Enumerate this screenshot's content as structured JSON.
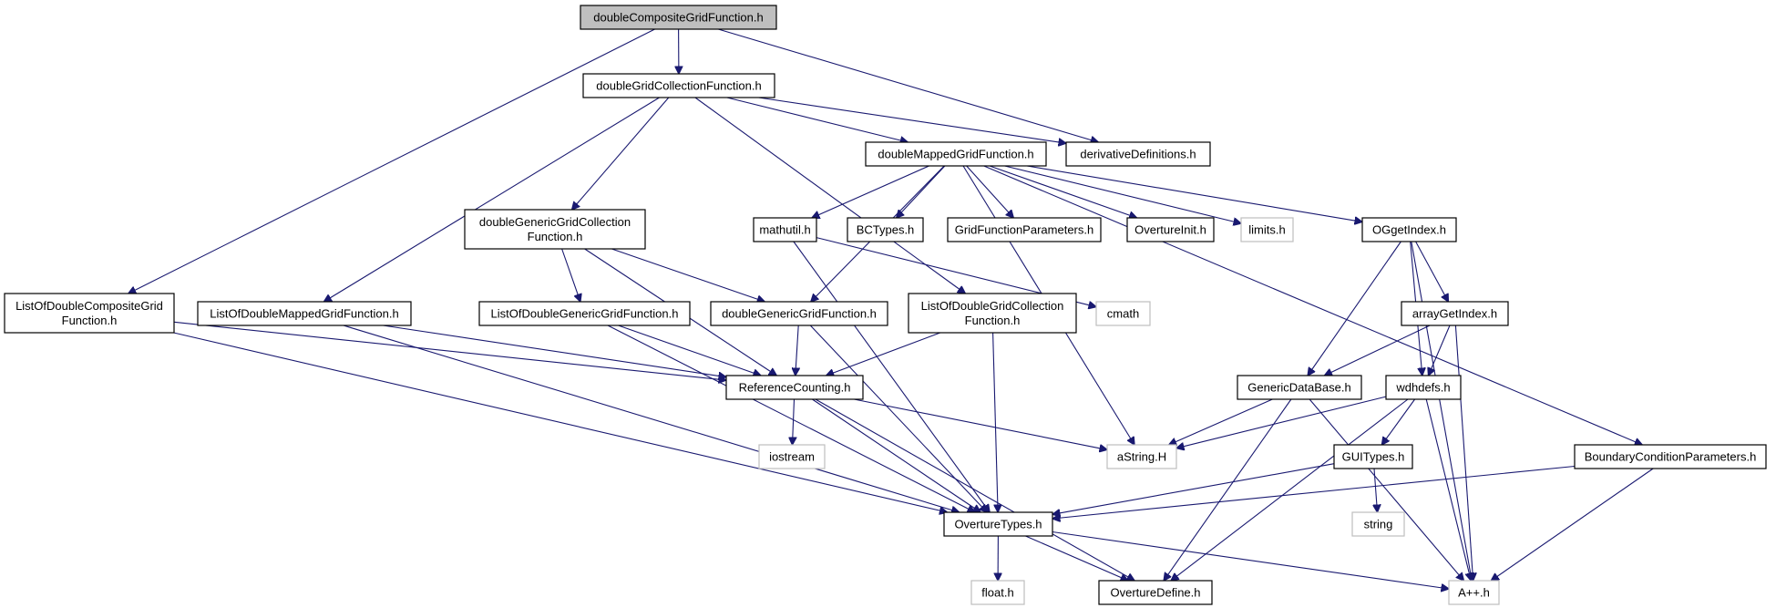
{
  "colors": {
    "edge": "#191970",
    "root_fill": "#bfbfbf",
    "external_border": "#bfbfbf"
  },
  "nodes": [
    {
      "id": "root",
      "lines": [
        "doubleCompositeGridFunction.h"
      ],
      "style": "root"
    },
    {
      "id": "dgcf",
      "lines": [
        "doubleGridCollectionFunction.h"
      ],
      "style": "normal"
    },
    {
      "id": "dmgf",
      "lines": [
        "doubleMappedGridFunction.h"
      ],
      "style": "normal"
    },
    {
      "id": "derivdef",
      "lines": [
        "derivativeDefinitions.h"
      ],
      "style": "normal"
    },
    {
      "id": "dggcf",
      "lines": [
        "doubleGenericGridCollection",
        "Function.h"
      ],
      "style": "normal"
    },
    {
      "id": "mathutil",
      "lines": [
        "mathutil.h"
      ],
      "style": "normal"
    },
    {
      "id": "bctypes",
      "lines": [
        "BCTypes.h"
      ],
      "style": "normal"
    },
    {
      "id": "gfp",
      "lines": [
        "GridFunctionParameters.h"
      ],
      "style": "normal"
    },
    {
      "id": "ovinit",
      "lines": [
        "OvertureInit.h"
      ],
      "style": "normal"
    },
    {
      "id": "limits",
      "lines": [
        "limits.h"
      ],
      "style": "external"
    },
    {
      "id": "oggetindex",
      "lines": [
        "OGgetIndex.h"
      ],
      "style": "normal"
    },
    {
      "id": "lodcgf",
      "lines": [
        "ListOfDoubleCompositeGrid",
        "Function.h"
      ],
      "style": "normal"
    },
    {
      "id": "lodmgf",
      "lines": [
        "ListOfDoubleMappedGridFunction.h"
      ],
      "style": "normal"
    },
    {
      "id": "lodggf",
      "lines": [
        "ListOfDoubleGenericGridFunction.h"
      ],
      "style": "normal"
    },
    {
      "id": "dggf",
      "lines": [
        "doubleGenericGridFunction.h"
      ],
      "style": "normal"
    },
    {
      "id": "lodgcf",
      "lines": [
        "ListOfDoubleGridCollection",
        "Function.h"
      ],
      "style": "normal"
    },
    {
      "id": "cmath",
      "lines": [
        "cmath"
      ],
      "style": "external"
    },
    {
      "id": "arraygetindex",
      "lines": [
        "arrayGetIndex.h"
      ],
      "style": "normal"
    },
    {
      "id": "refcount",
      "lines": [
        "ReferenceCounting.h"
      ],
      "style": "normal"
    },
    {
      "id": "genericdb",
      "lines": [
        "GenericDataBase.h"
      ],
      "style": "normal"
    },
    {
      "id": "wdhdefs",
      "lines": [
        "wdhdefs.h"
      ],
      "style": "normal"
    },
    {
      "id": "iostream",
      "lines": [
        "iostream"
      ],
      "style": "external"
    },
    {
      "id": "astring",
      "lines": [
        "aString.H"
      ],
      "style": "external"
    },
    {
      "id": "guitypes",
      "lines": [
        "GUITypes.h"
      ],
      "style": "normal"
    },
    {
      "id": "bcparams",
      "lines": [
        "BoundaryConditionParameters.h"
      ],
      "style": "normal"
    },
    {
      "id": "ovtypes",
      "lines": [
        "OvertureTypes.h"
      ],
      "style": "normal"
    },
    {
      "id": "string",
      "lines": [
        "string"
      ],
      "style": "external"
    },
    {
      "id": "floath",
      "lines": [
        "float.h"
      ],
      "style": "external"
    },
    {
      "id": "ovdefine",
      "lines": [
        "OvertureDefine.h"
      ],
      "style": "normal"
    },
    {
      "id": "app",
      "lines": [
        "A++.h"
      ],
      "style": "external"
    }
  ],
  "edges": [
    [
      "root",
      "dgcf"
    ],
    [
      "root",
      "derivdef"
    ],
    [
      "root",
      "lodcgf"
    ],
    [
      "dgcf",
      "dmgf"
    ],
    [
      "dgcf",
      "derivdef"
    ],
    [
      "dgcf",
      "dggcf"
    ],
    [
      "dgcf",
      "lodmgf"
    ],
    [
      "dgcf",
      "lodgcf"
    ],
    [
      "dmgf",
      "mathutil"
    ],
    [
      "dmgf",
      "bctypes"
    ],
    [
      "dmgf",
      "gfp"
    ],
    [
      "dmgf",
      "ovinit"
    ],
    [
      "dmgf",
      "limits"
    ],
    [
      "dmgf",
      "oggetindex"
    ],
    [
      "dmgf",
      "dggf"
    ],
    [
      "dmgf",
      "astring"
    ],
    [
      "dmgf",
      "bcparams"
    ],
    [
      "dggcf",
      "lodggf"
    ],
    [
      "dggcf",
      "dggf"
    ],
    [
      "dggcf",
      "refcount"
    ],
    [
      "mathutil",
      "cmath"
    ],
    [
      "mathutil",
      "ovtypes"
    ],
    [
      "oggetindex",
      "arraygetindex"
    ],
    [
      "oggetindex",
      "genericdb"
    ],
    [
      "oggetindex",
      "wdhdefs"
    ],
    [
      "oggetindex",
      "app"
    ],
    [
      "arraygetindex",
      "genericdb"
    ],
    [
      "arraygetindex",
      "wdhdefs"
    ],
    [
      "arraygetindex",
      "app"
    ],
    [
      "lodcgf",
      "refcount"
    ],
    [
      "lodcgf",
      "ovtypes"
    ],
    [
      "lodmgf",
      "refcount"
    ],
    [
      "lodmgf",
      "ovtypes"
    ],
    [
      "lodggf",
      "refcount"
    ],
    [
      "lodggf",
      "ovtypes"
    ],
    [
      "dggf",
      "refcount"
    ],
    [
      "dggf",
      "ovtypes"
    ],
    [
      "lodgcf",
      "refcount"
    ],
    [
      "lodgcf",
      "ovtypes"
    ],
    [
      "refcount",
      "iostream"
    ],
    [
      "refcount",
      "astring"
    ],
    [
      "refcount",
      "ovtypes"
    ],
    [
      "refcount",
      "ovdefine"
    ],
    [
      "genericdb",
      "astring"
    ],
    [
      "genericdb",
      "ovdefine"
    ],
    [
      "genericdb",
      "app"
    ],
    [
      "wdhdefs",
      "astring"
    ],
    [
      "wdhdefs",
      "guitypes"
    ],
    [
      "wdhdefs",
      "ovdefine"
    ],
    [
      "wdhdefs",
      "app"
    ],
    [
      "guitypes",
      "string"
    ],
    [
      "guitypes",
      "ovtypes"
    ],
    [
      "bcparams",
      "ovtypes"
    ],
    [
      "bcparams",
      "app"
    ],
    [
      "ovtypes",
      "floath"
    ],
    [
      "ovtypes",
      "ovdefine"
    ],
    [
      "ovtypes",
      "app"
    ]
  ]
}
